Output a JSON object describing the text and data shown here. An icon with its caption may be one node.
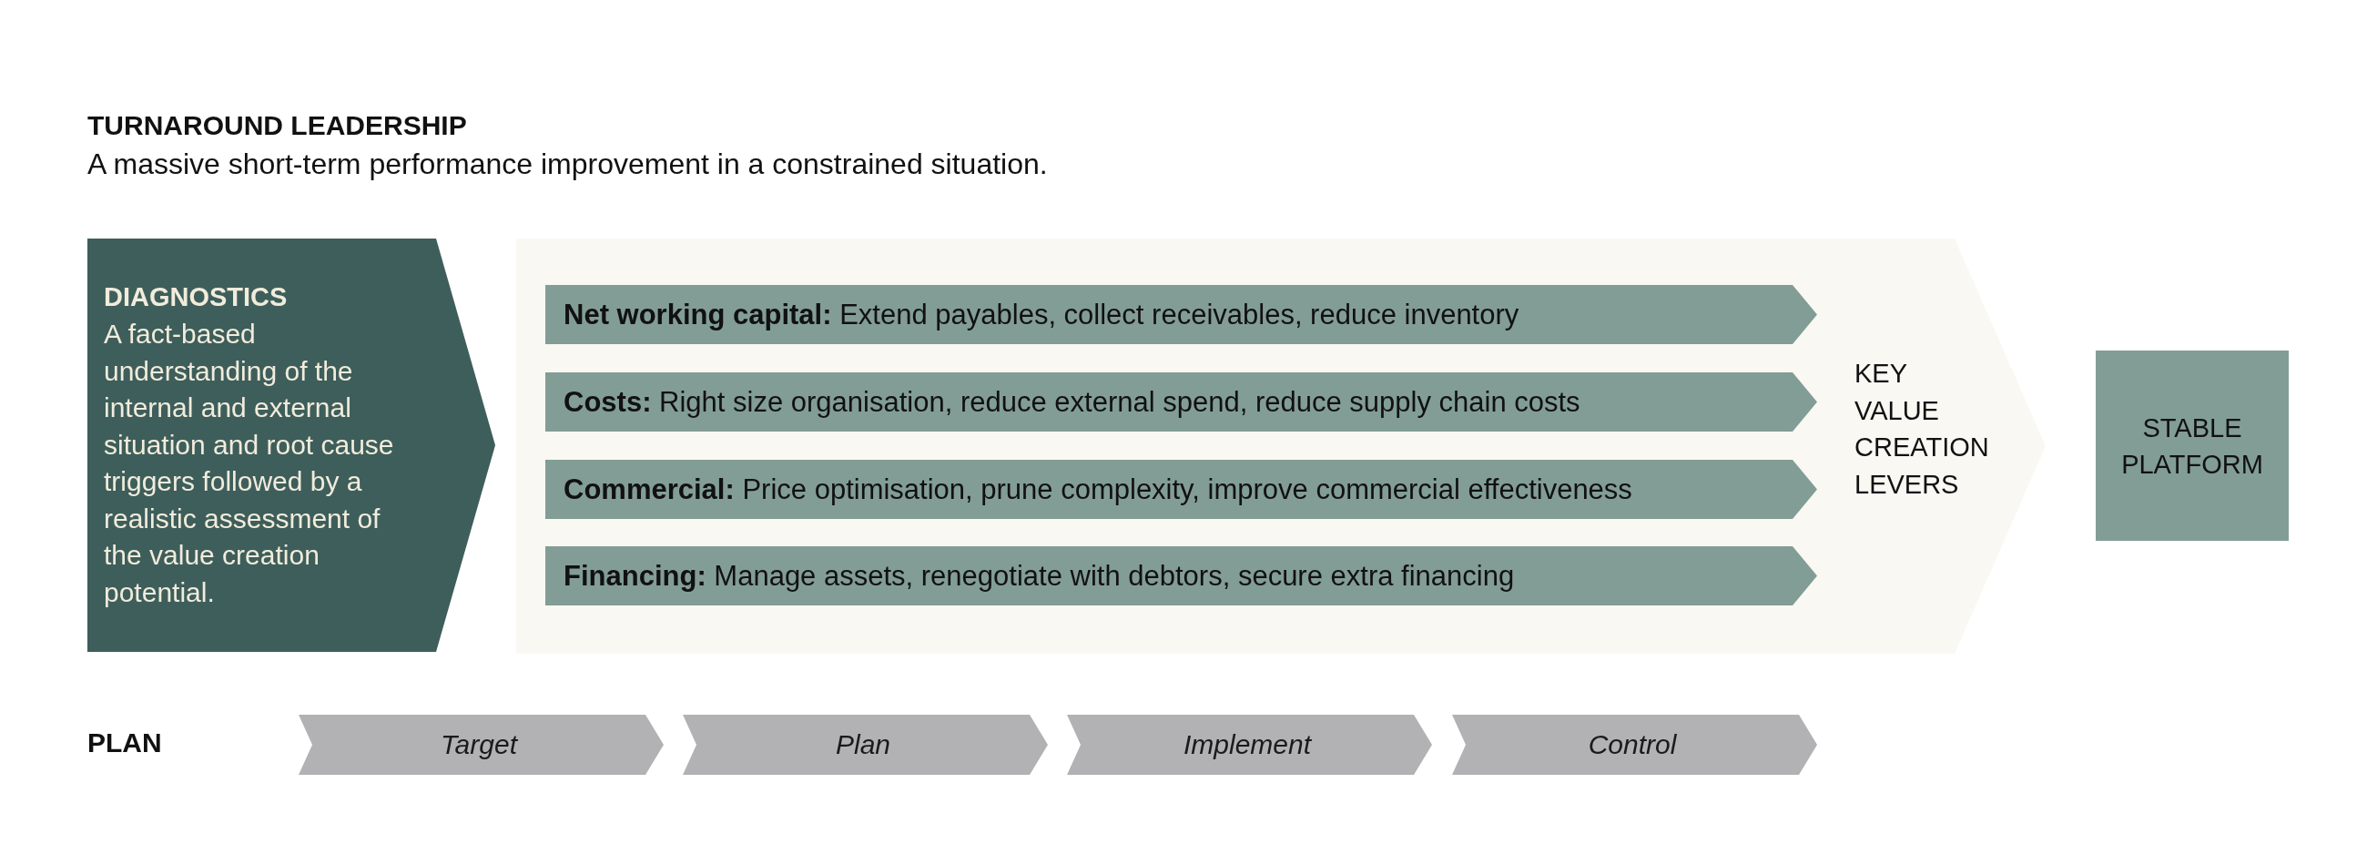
{
  "diagram": {
    "title": "TURNAROUND LEADERSHIP",
    "nodes": [
      {
        "text": [
          "DIAGNOSTICS",
          "A fact-based understanding of the internal and external situation and root cause triggers followed by a realistic assessment of the value creation potential."
        ]
      },
      {
        "text": [
          "KEY VALUE CREATION LEVERS"
        ]
      },
      {
        "text": [
          "**Net working capital:** Extend payables, collect receivables, reduce inventory"
        ],
        "in": 1
      },
      {
        "text": [
          "**Costs:** Right size organisation, reduce external spend, reduce supply chain costs"
        ],
        "in": 1
      },
      {
        "text": [
          "**Commercial:** Price optimisation, prune complexity, improve commercial effectiveness"
        ],
        "in": 1
      },
      {
        "text": [
          "**Financing:** Manage assets, renegotiate with debtors, secure extra financing"
        ],
        "in": 1
      },
      {
        "text": [
          "STABLE PLATFORM"
        ]
      },
      {
        "text": [
          "Target"
        ]
      },
      {
        "text": [
          "Plan"
        ]
      },
      {
        "text": [
          "Implement"
        ]
      },
      {
        "text": [
          "Control"
        ]
      }
    ],
    "labels": [
      "A massive short-term performance improvement in a constrained situation.",
      "PLAN"
    ]
  }
}
